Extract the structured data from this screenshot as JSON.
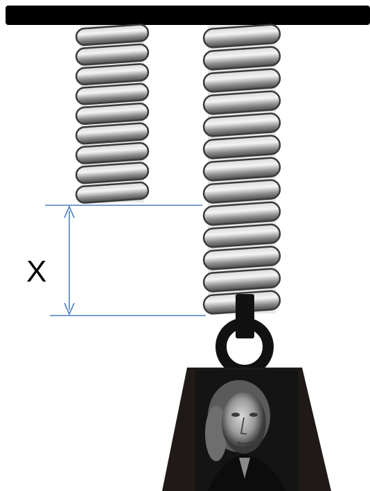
{
  "diagram": {
    "title": "",
    "displacement_label": "X",
    "colors": {
      "ceiling": "#000000",
      "coil_dark": "#3a3a3a",
      "coil_light": "#f0f0f0",
      "measure_line": "#4a7ebf",
      "weight_body": "#1f1a17",
      "hook": "#111111"
    },
    "springs": [
      {
        "name": "unloaded-spring",
        "coil_count": 9
      },
      {
        "name": "loaded-spring",
        "coil_count": 13
      }
    ],
    "weight": {
      "portrait": "portrait-of-man"
    }
  }
}
